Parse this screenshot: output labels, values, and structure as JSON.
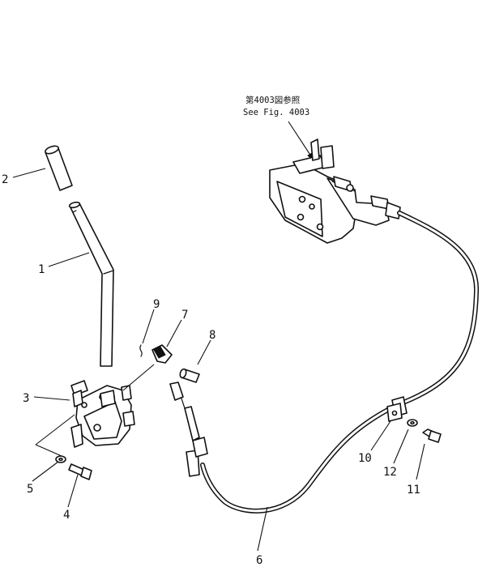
{
  "reference_note": {
    "line1": "第4003図参照",
    "line2": "See Fig. 4003"
  },
  "callouts": {
    "c1": "1",
    "c2": "2",
    "c3": "3",
    "c4": "4",
    "c5": "5",
    "c6": "6",
    "c7": "7",
    "c8": "8",
    "c9": "9",
    "c10": "10",
    "c11": "11",
    "c12": "12"
  }
}
